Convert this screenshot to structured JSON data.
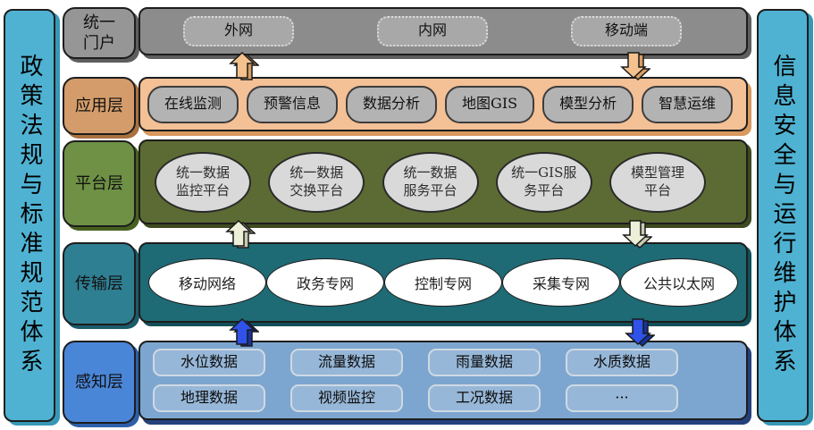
{
  "side_panels": {
    "left": "政策法规与标准规范体系",
    "right": "信息安全与运行维护体系"
  },
  "portal": {
    "label_line1": "统一",
    "label_line2": "门户",
    "items": [
      "外网",
      "内网",
      "移动端"
    ]
  },
  "application": {
    "label": "应用层",
    "items": [
      "在线监测",
      "预警信息",
      "数据分析",
      "地图GIS",
      "模型分析",
      "智慧运维"
    ]
  },
  "platform": {
    "label": "平台层",
    "items": [
      {
        "line1": "统一数据",
        "line2": "监控平台"
      },
      {
        "line1": "统一数据",
        "line2": "交换平台"
      },
      {
        "line1": "统一数据",
        "line2": "服务平台"
      },
      {
        "line1": "统一GIS服",
        "line2": "务平台"
      },
      {
        "line1": "模型管理",
        "line2": "平台"
      }
    ]
  },
  "transmission": {
    "label": "传输层",
    "items": [
      "移动网络",
      "政务专网",
      "控制专网",
      "采集专网",
      "公共以太网"
    ]
  },
  "perception": {
    "label": "感知层",
    "row1": [
      "水位数据",
      "流量数据",
      "雨量数据",
      "水质数据"
    ],
    "row2": [
      "地理数据",
      "视频监控",
      "工况数据",
      "···"
    ]
  },
  "colors": {
    "side_panel": "#4FB2D2",
    "portal_bar": "#8C8C8C",
    "portal_pill": "#A8A8A8",
    "app_label": "#D49C6B",
    "app_bar": "#F4C096",
    "app_pill": "#B3B3B3",
    "platform_label": "#6E9145",
    "platform_bar": "#5C6B33",
    "platform_ellipse": "#D9D9D9",
    "transmission_label": "#2F7F93",
    "transmission_bar": "#1E6A75",
    "perception_label": "#4A86D8",
    "perception_bar": "#7CA6CF",
    "perception_box": "#97B7D8",
    "arrow_portal_app": "#F4C28E",
    "arrow_platform_transmission": "#EDEFD8",
    "arrow_transmission_perception": "#2F52E8"
  }
}
